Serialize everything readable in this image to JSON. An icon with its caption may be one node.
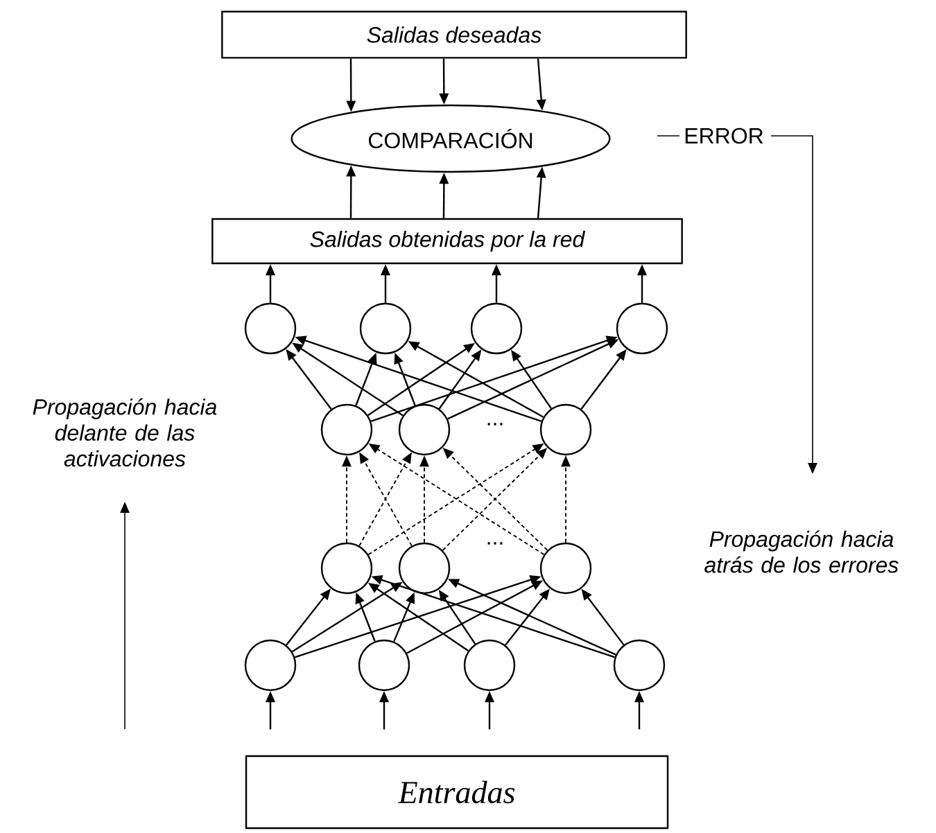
{
  "diagram": {
    "nodes": [
      {
        "text": [
          "Salidas deseadas"
        ]
      },
      {
        "text": [
          "COMPARACIÓN"
        ]
      },
      {
        "text": [
          "Salidas obtenidas por la red"
        ]
      },
      {
        "text": [],
        "shape": "circle"
      },
      {
        "text": [],
        "shape": "circle"
      },
      {
        "text": [],
        "shape": "circle"
      },
      {
        "text": [],
        "shape": "circle"
      },
      {
        "text": [],
        "shape": "circle"
      },
      {
        "text": [],
        "shape": "circle"
      },
      {
        "text": [],
        "shape": "circle"
      },
      {
        "text": [],
        "shape": "circle"
      },
      {
        "text": [],
        "shape": "circle"
      },
      {
        "text": [],
        "shape": "circle"
      },
      {
        "text": [],
        "shape": "circle"
      },
      {
        "text": [],
        "shape": "circle"
      },
      {
        "text": [],
        "shape": "circle"
      },
      {
        "text": [],
        "shape": "circle"
      },
      {
        "text": [
          "Entradas"
        ]
      }
    ],
    "edges": [
      {
        "from": 0,
        "to": 1,
        "arrow": "to"
      },
      {
        "from": 0,
        "to": 1,
        "arrow": "to"
      },
      {
        "from": 0,
        "to": 1,
        "arrow": "to"
      },
      {
        "from": 2,
        "to": 1,
        "arrow": "to"
      },
      {
        "from": 2,
        "to": 1,
        "arrow": "to"
      },
      {
        "from": 2,
        "to": 1,
        "arrow": "to"
      },
      {
        "from": 3,
        "to": 2,
        "arrow": "to"
      },
      {
        "from": 4,
        "to": 2,
        "arrow": "to"
      },
      {
        "from": 5,
        "to": 2,
        "arrow": "to"
      },
      {
        "from": 6,
        "to": 2,
        "arrow": "to"
      },
      {
        "from": 7,
        "to": 3,
        "arrow": "to"
      },
      {
        "from": 7,
        "to": 4,
        "arrow": "to"
      },
      {
        "from": 7,
        "to": 5,
        "arrow": "to"
      },
      {
        "from": 7,
        "to": 6,
        "arrow": "to"
      },
      {
        "from": 8,
        "to": 3,
        "arrow": "to"
      },
      {
        "from": 8,
        "to": 4,
        "arrow": "to"
      },
      {
        "from": 8,
        "to": 5,
        "arrow": "to"
      },
      {
        "from": 8,
        "to": 6,
        "arrow": "to"
      },
      {
        "from": 9,
        "to": 3,
        "arrow": "to"
      },
      {
        "from": 9,
        "to": 4,
        "arrow": "to"
      },
      {
        "from": 9,
        "to": 5,
        "arrow": "to"
      },
      {
        "from": 9,
        "to": 6,
        "arrow": "to"
      },
      {
        "from": 10,
        "to": 7,
        "arrow": "to",
        "style": "dashed"
      },
      {
        "from": 10,
        "to": 8,
        "arrow": "to",
        "style": "dashed"
      },
      {
        "from": 10,
        "to": 9,
        "arrow": "to",
        "style": "dashed"
      },
      {
        "from": 11,
        "to": 7,
        "arrow": "to",
        "style": "dashed"
      },
      {
        "from": 11,
        "to": 8,
        "arrow": "to",
        "style": "dashed"
      },
      {
        "from": 11,
        "to": 9,
        "arrow": "to",
        "style": "dashed"
      },
      {
        "from": 12,
        "to": 7,
        "arrow": "to",
        "style": "dashed"
      },
      {
        "from": 12,
        "to": 8,
        "arrow": "to",
        "style": "dashed"
      },
      {
        "from": 12,
        "to": 9,
        "arrow": "to",
        "style": "dashed"
      },
      {
        "from": 13,
        "to": 10,
        "arrow": "to"
      },
      {
        "from": 13,
        "to": 11,
        "arrow": "to"
      },
      {
        "from": 13,
        "to": 12,
        "arrow": "to"
      },
      {
        "from": 14,
        "to": 10,
        "arrow": "to"
      },
      {
        "from": 14,
        "to": 11,
        "arrow": "to"
      },
      {
        "from": 14,
        "to": 12,
        "arrow": "to"
      },
      {
        "from": 15,
        "to": 10,
        "arrow": "to"
      },
      {
        "from": 15,
        "to": 11,
        "arrow": "to"
      },
      {
        "from": 15,
        "to": 12,
        "arrow": "to"
      },
      {
        "from": 16,
        "to": 10,
        "arrow": "to"
      },
      {
        "from": 16,
        "to": 11,
        "arrow": "to"
      },
      {
        "from": 16,
        "to": 12,
        "arrow": "to"
      },
      {
        "from": 17,
        "to": 13,
        "arrow": "to"
      },
      {
        "from": 17,
        "to": 14,
        "arrow": "to"
      },
      {
        "from": 17,
        "to": 15,
        "arrow": "to"
      },
      {
        "from": 17,
        "to": 16,
        "arrow": "to"
      }
    ],
    "labels": [
      "ERROR",
      "Propagación hacia delante de las activaciones",
      "...",
      "...",
      "Propagación hacia atrás de los errores"
    ]
  }
}
